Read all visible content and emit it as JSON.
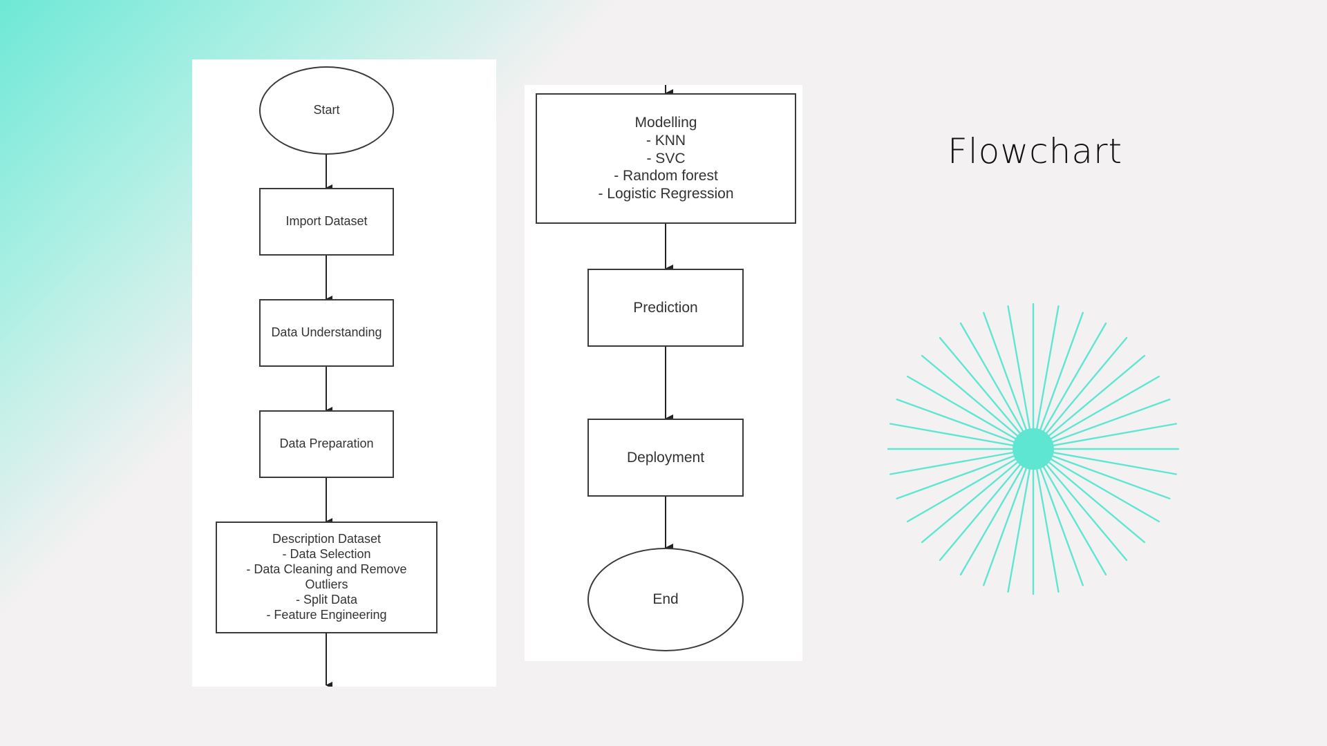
{
  "title": "Flowchart",
  "colors": {
    "accent": "#5ee6d2",
    "background": "#f3f1f1",
    "panel": "#ffffff",
    "stroke": "#3a3a3a"
  },
  "flowchart": {
    "left_panel": {
      "start": "Start",
      "import_dataset": "Import Dataset",
      "data_understanding": "Data Understanding",
      "data_preparation": "Data Preparation",
      "description_dataset": "Description Dataset\n- Data Selection\n- Data Cleaning and Remove\nOutliers\n- Split Data\n- Feature Engineering"
    },
    "right_panel": {
      "modelling": "Modelling\n- KNN\n- SVC\n- Random forest\n- Logistic Regression",
      "prediction": "Prediction",
      "deployment": "Deployment",
      "end": "End"
    }
  },
  "decoration": {
    "starburst_icon": "starburst-icon"
  }
}
